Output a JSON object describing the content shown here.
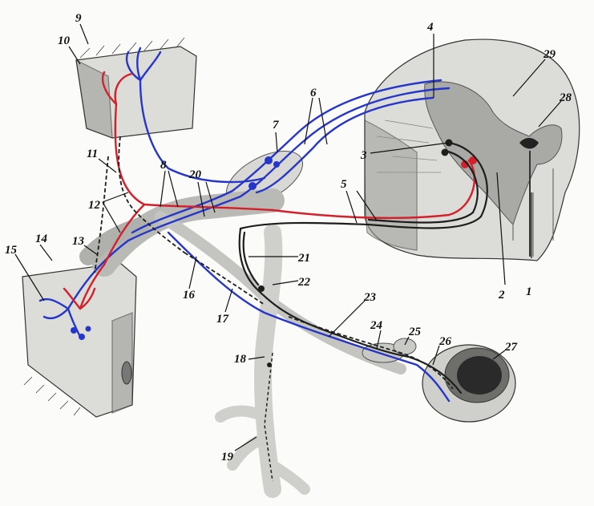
{
  "colors": {
    "sensory_fiber": "#d4202a",
    "motor_fiber": "#2636c9",
    "autonomic_fiber": "#1e1e1e",
    "autonomic_fill": "#7e8f84",
    "tissue": "#dcdcd8",
    "gray_matter": "#a9a9a6"
  },
  "labels": [
    {
      "id": "1",
      "text": "1"
    },
    {
      "id": "2",
      "text": "2"
    },
    {
      "id": "3",
      "text": "3"
    },
    {
      "id": "4",
      "text": "4"
    },
    {
      "id": "5",
      "text": "5"
    },
    {
      "id": "6",
      "text": "6"
    },
    {
      "id": "7",
      "text": "7"
    },
    {
      "id": "8",
      "text": "8"
    },
    {
      "id": "9",
      "text": "9"
    },
    {
      "id": "10",
      "text": "10"
    },
    {
      "id": "11",
      "text": "11"
    },
    {
      "id": "12",
      "text": "12"
    },
    {
      "id": "13",
      "text": "13"
    },
    {
      "id": "14",
      "text": "14"
    },
    {
      "id": "15",
      "text": "15"
    },
    {
      "id": "16",
      "text": "16"
    },
    {
      "id": "17",
      "text": "17"
    },
    {
      "id": "18",
      "text": "18"
    },
    {
      "id": "19",
      "text": "19"
    },
    {
      "id": "20",
      "text": "20"
    },
    {
      "id": "21",
      "text": "21"
    },
    {
      "id": "22",
      "text": "22"
    },
    {
      "id": "23",
      "text": "23"
    },
    {
      "id": "24",
      "text": "24"
    },
    {
      "id": "25",
      "text": "25"
    },
    {
      "id": "26",
      "text": "26"
    },
    {
      "id": "27",
      "text": "27"
    },
    {
      "id": "28",
      "text": "28"
    },
    {
      "id": "29",
      "text": "29"
    }
  ]
}
